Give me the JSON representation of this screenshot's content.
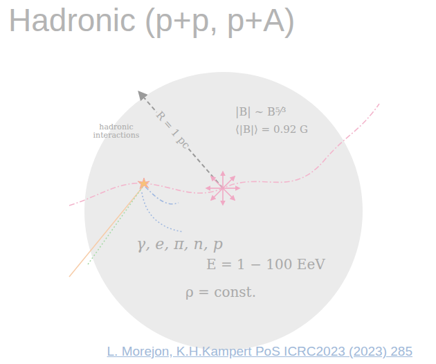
{
  "diagram": {
    "title": "Hadronic (p+p, p+A)",
    "caption": "L. Morejon, K.H.Kampert PoS ICRC2023 (2023) 285",
    "nodes": [
      {
        "text": [
          "R = 1 pc",
          "|B| ∼ B⁵⁄³",
          "⟨|B|⟩ = 0.92 G",
          "hadronic interactions",
          "E = 1 − 100 EeV",
          "γ, e, π, n, p",
          "ρ = const."
        ]
      }
    ]
  }
}
